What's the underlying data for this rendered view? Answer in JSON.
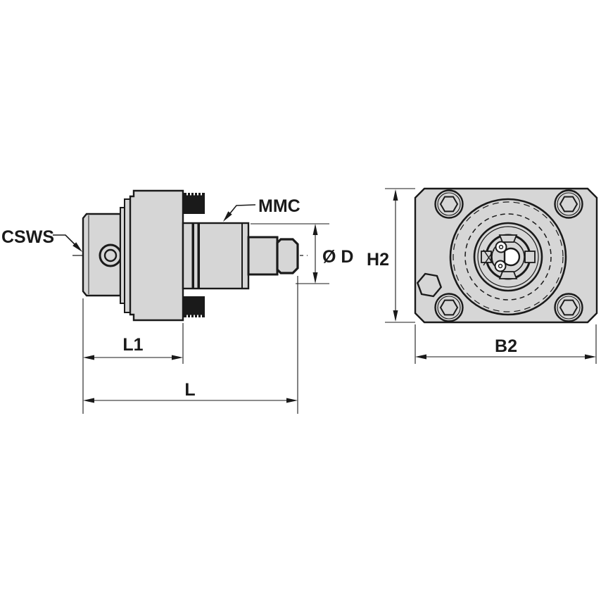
{
  "drawing": {
    "labels": {
      "csws": "CSWS",
      "mmc": "MMC",
      "diameter_d": "Ø D",
      "h2": "H2",
      "b2": "B2",
      "l1": "L1",
      "l": "L"
    },
    "colors": {
      "background": "#ffffff",
      "body_fill": "#d6d6d6",
      "line": "#1a1a1a"
    }
  }
}
